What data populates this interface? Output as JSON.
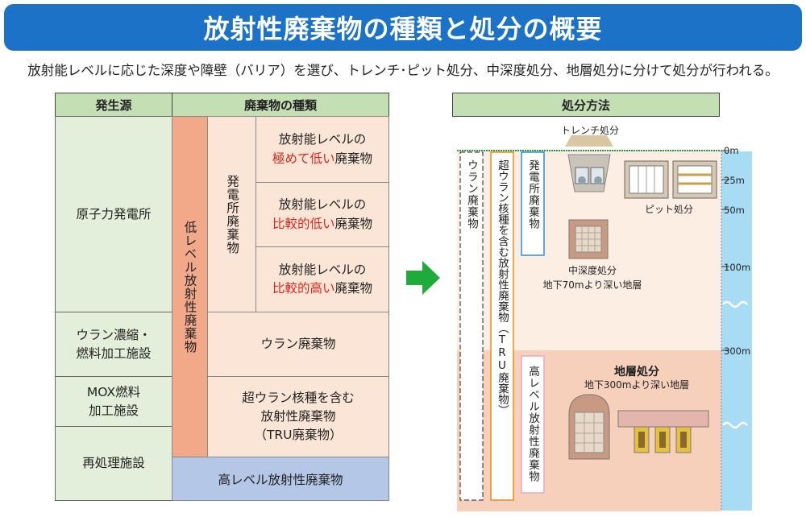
{
  "title": "放射性廃棄物の種類と処分の概要",
  "subtitle": "放射能レベルに応じた深度や障壁（バリア）を選び、トレンチ･ピット処分、中深度処分、地層処分に分けて処分が行われる。",
  "table": {
    "header_source": "発生源",
    "header_type": "廃棄物の種類",
    "sources": [
      "原子力発電所",
      "ウラン濃縮・\n燃料加工施設",
      "MOX燃料\n加工施設",
      "再処理施設"
    ],
    "low_level": "低レベル放射性廃棄物",
    "plant_waste": "発電所廃棄物",
    "very_low": {
      "pre": "放射能レベルの",
      "em": "極めて低い",
      "post": "廃棄物"
    },
    "relatively_low": {
      "pre": "放射能レベルの",
      "em": "比較的低い",
      "post": "廃棄物"
    },
    "relatively_high": {
      "pre": "放射能レベルの",
      "em": "比較的高い",
      "post": "廃棄物"
    },
    "uranium_waste": "ウラン廃棄物",
    "tru_waste": "超ウラン核種を含む\n放射性廃棄物\n（TRU廃棄物）",
    "high_level": "高レベル放射性廃棄物"
  },
  "disposal": {
    "header": "処分方法",
    "trench_label": "トレンチ処分",
    "pit_label": "ピット処分",
    "mid_depth_label": "中深度処分",
    "mid_depth_note": "地下70mより深い地層",
    "geological_label": "地層処分",
    "geological_note": "地下300mより深い地層",
    "col_uranium": "ウラン廃棄物",
    "col_tru": "超ウラン核種を含む放射性廃棄物（TRU廃棄物）",
    "col_plant": "発電所廃棄物",
    "col_high": "高レベル放射性廃棄物",
    "depths": [
      "0m",
      "25m",
      "50m",
      "100m",
      "300m"
    ]
  },
  "colors": {
    "title_bg": "#1b72c6",
    "header_bg": "#c5dfb4",
    "source_bg": "#e3efda",
    "cell_bg": "#fbe5d6",
    "low_level_bg": "#f1a98a",
    "high_level_bg": "#b4c7e7",
    "emphasis": "#e0261c",
    "arrow": "#1faa3c",
    "water": "#a8dcf4"
  }
}
